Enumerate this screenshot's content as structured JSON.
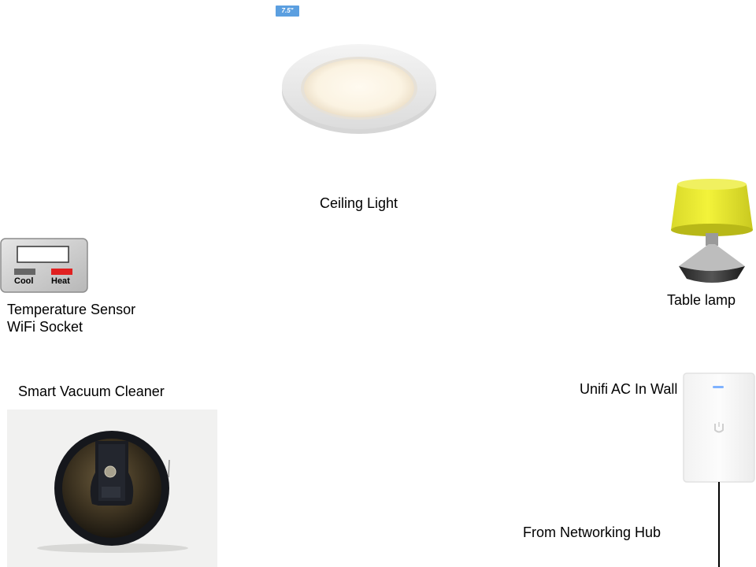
{
  "devices": {
    "ceiling_light": {
      "label": "Ceiling Light",
      "badge": "7.5\""
    },
    "table_lamp": {
      "label": "Table lamp"
    },
    "temperature_sensor": {
      "label_line1": "Temperature Sensor",
      "label_line2": "WiFi Socket",
      "cool_label": "Cool",
      "heat_label": "Heat"
    },
    "vacuum": {
      "label": "Smart Vacuum Cleaner"
    },
    "unifi": {
      "label": "Unifi AC In Wall"
    },
    "hub": {
      "label": "From Networking Hub"
    }
  },
  "colors": {
    "lamp_shade": "#e8e81c",
    "heat": "#e02020",
    "cool": "#666666",
    "badge": "#5b9fe0",
    "unifi_led": "#7fb2ff"
  }
}
